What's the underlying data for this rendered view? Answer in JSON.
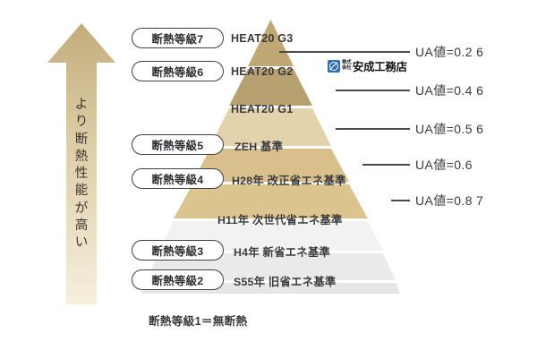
{
  "arrow": {
    "label_chars": [
      "よ",
      "り",
      "断",
      "熱",
      "性",
      "能",
      "が",
      "高",
      "い"
    ],
    "label_text": "より断熱性能が高い",
    "color_top": "#c9b583",
    "color_bottom": "#f3ead2"
  },
  "footnote": "断熱等級1＝無断熱",
  "company": {
    "corp_prefix_line1": "株式",
    "corp_prefix_line2": "会社",
    "name": "安成工務店",
    "mark_color": "#2f6fb5"
  },
  "badges": [
    {
      "label": "断熱等級7"
    },
    {
      "label": "断熱等級6"
    },
    {
      "label": "断熱等級5"
    },
    {
      "label": "断熱等級4"
    },
    {
      "label": "断熱等級3"
    },
    {
      "label": "断熱等級2"
    }
  ],
  "pyramid_layers": [
    {
      "label": "HEAT20 G3",
      "color": "#bfa873"
    },
    {
      "label": "HEAT20 G2",
      "color": "#b7a171"
    },
    {
      "label": "HEAT20 G1",
      "color": "#e3d3ac"
    },
    {
      "label": "ZEH 基準",
      "color": "#d8bf8b"
    },
    {
      "label": "H28年 改正省エネ基準",
      "color": "#dcc48f"
    },
    {
      "label": "H11年 次世代省エネ基準",
      "color": "#f2f2f2"
    },
    {
      "label": "H4年 新省エネ基準",
      "color": "#eaeaea"
    },
    {
      "label": "S55年 旧省エネ基準",
      "color": "#e6e6e6"
    }
  ],
  "ua_values": [
    {
      "text": "UA値=0.2 6"
    },
    {
      "text": "UA値=0.4 6"
    },
    {
      "text": "UA値=0.5 6"
    },
    {
      "text": "UA値=0.6"
    },
    {
      "text": "UA値=0.8 7"
    }
  ],
  "chart_data": {
    "type": "pyramid",
    "title": "住宅断熱性能等級とUA値のピラミッド",
    "axis_label": "より断熱性能が高い",
    "layers": [
      {
        "rank": 8,
        "grade": "断熱等級7",
        "standard": "HEAT20 G3",
        "ua_value": 0.26
      },
      {
        "rank": 7,
        "grade": "断熱等級6",
        "standard": "HEAT20 G2",
        "ua_value": 0.46
      },
      {
        "rank": 6,
        "grade": "",
        "standard": "HEAT20 G1",
        "ua_value": 0.56
      },
      {
        "rank": 5,
        "grade": "断熱等級5",
        "standard": "ZEH 基準",
        "ua_value": 0.6
      },
      {
        "rank": 4,
        "grade": "断熱等級4",
        "standard": "H28年 改正省エネ基準",
        "ua_value": 0.87
      },
      {
        "rank": 3,
        "grade": "",
        "standard": "H11年 次世代省エネ基準",
        "ua_value": null
      },
      {
        "rank": 2,
        "grade": "断熱等級3",
        "standard": "H4年 新省エネ基準",
        "ua_value": null
      },
      {
        "rank": 1,
        "grade": "断熱等級2",
        "standard": "S55年 旧省エネ基準",
        "ua_value": null
      }
    ],
    "note": "断熱等級1＝無断熱"
  }
}
